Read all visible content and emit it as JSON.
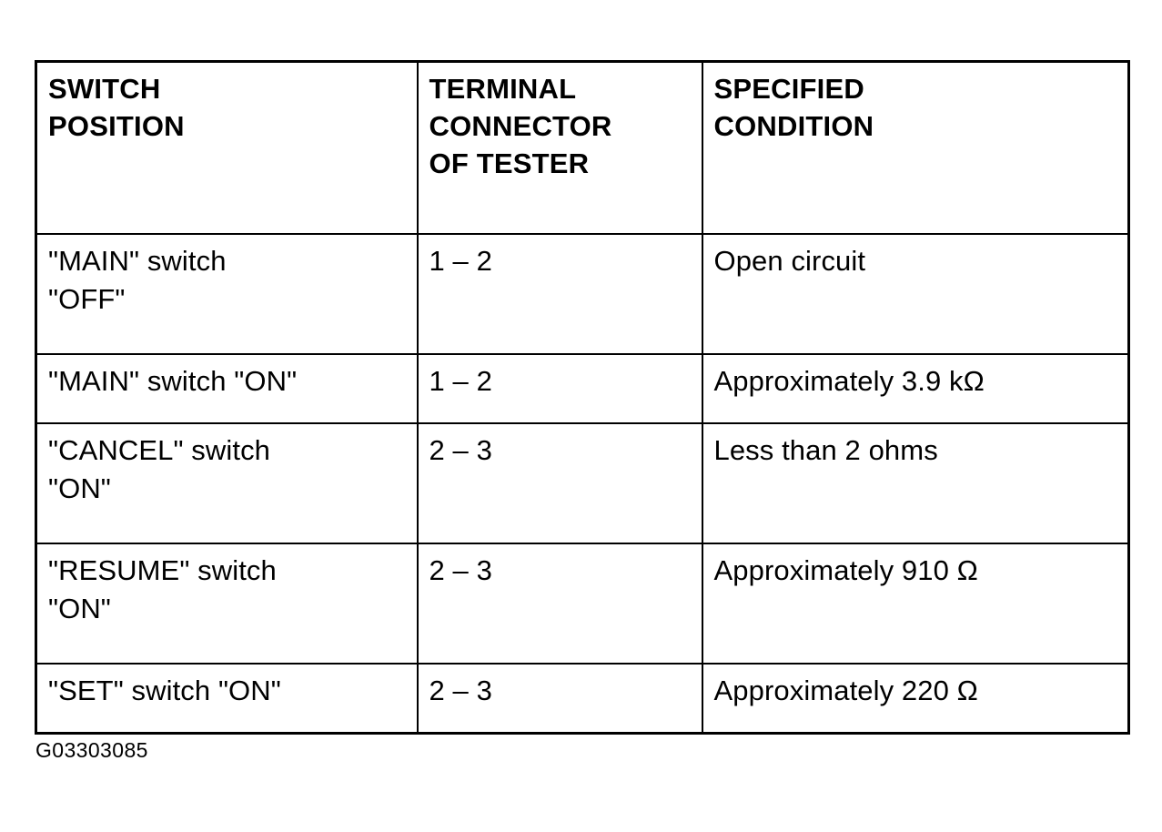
{
  "table": {
    "headers": [
      {
        "id": "switch-position",
        "lines": [
          "SWITCH",
          "POSITION"
        ]
      },
      {
        "id": "terminal-connector-of-tester",
        "lines": [
          "TERMINAL",
          "CONNECTOR",
          "OF TESTER"
        ]
      },
      {
        "id": "specified-condition",
        "lines": [
          "SPECIFIED",
          "CONDITION"
        ]
      }
    ],
    "rows": [
      {
        "id": "main-switch-off",
        "height": "tall",
        "switch_position": [
          "\"MAIN\" switch",
          "\"OFF\""
        ],
        "terminal": [
          "1 – 2"
        ],
        "condition": [
          "Open circuit"
        ]
      },
      {
        "id": "main-switch-on",
        "height": "short",
        "switch_position": [
          "\"MAIN\" switch \"ON\""
        ],
        "terminal": [
          "1 – 2"
        ],
        "condition": [
          "Approximately 3.9 kΩ"
        ]
      },
      {
        "id": "cancel-switch-on",
        "height": "tall",
        "switch_position": [
          "\"CANCEL\" switch",
          "\"ON\""
        ],
        "terminal": [
          "2 – 3"
        ],
        "condition": [
          "Less than 2 ohms"
        ]
      },
      {
        "id": "resume-switch-on",
        "height": "tall",
        "switch_position": [
          "\"RESUME\" switch",
          "\"ON\""
        ],
        "terminal": [
          "2 – 3"
        ],
        "condition": [
          "Approximately 910 Ω"
        ]
      },
      {
        "id": "set-switch-on",
        "height": "short",
        "switch_position": [
          "\"SET\" switch \"ON\""
        ],
        "terminal": [
          "2 – 3"
        ],
        "condition": [
          "Approximately 220 Ω"
        ]
      }
    ]
  },
  "figure_code": "G03303085",
  "colors": {
    "ink": "#000000",
    "paper": "#ffffff"
  }
}
